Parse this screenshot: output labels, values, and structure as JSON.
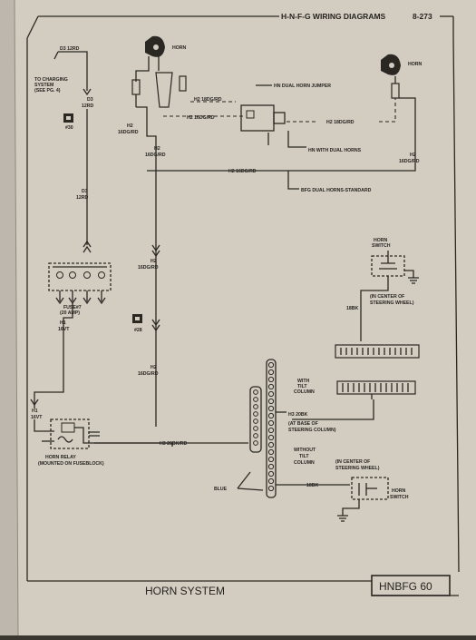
{
  "header": {
    "title": "H-N-F-G WIRING DIAGRAMS",
    "page": "8-273"
  },
  "labels": {
    "d3_top": "D3 12RD",
    "to_charging": "TO CHARGING",
    "system": "SYSTEM",
    "see_pg": "(SEE PG. 4)",
    "d3_mid_code": "D3",
    "d3_mid_wire": "12RD",
    "conn30": "#30",
    "d3_low_code": "D3",
    "d3_low_wire": "12RD",
    "fuse": "FUSE#7",
    "amp": "(20 AMP)",
    "h1_top_code": "H1",
    "h1_top_wire": "16VT",
    "h1_bot_code": "H1",
    "h1_bot_wire": "16VT",
    "horn_relay": "HORN RELAY",
    "mounted": "(MOUNTED ON FUSEBLOCK)",
    "horn_left": "HORN",
    "horn_right": "HORN",
    "hn_jumper": "HN DUAL HORN JUMPER",
    "h2_18dg_a": "H2 18DG/RD",
    "h2_16dg_b": "H2 16DG/RD",
    "h2_18dg_c": "H2 18DG/RD",
    "hn_dual": "HN WITH DUAL HORNS",
    "h2_l1_code": "H2",
    "h2_l1_wire": "16DG/RD",
    "h2_l2_code": "H2",
    "h2_l2_wire": "16DG/RD",
    "h2_r_code": "H2",
    "h2_r_wire": "16DG/RD",
    "h2_horiz": "H2 16DG/RD",
    "bfg": "BFG DUAL HORNS-STANDARD",
    "h2_mid_code": "H2",
    "h2_mid_wire": "16DG/RD",
    "conn28": "#28",
    "h2_low_code": "H2",
    "h2_low_wire": "16DG/RD",
    "horn_switch_top_a": "HORN",
    "horn_switch_top_b": "SWITCH",
    "in_center_a1": "(IN CENTER OF",
    "in_center_a2": "STEERING WHEEL)",
    "wire_18bk_a": "18BK",
    "with_tilt_1": "WITH",
    "with_tilt_2": "TILT",
    "with_tilt_3": "COLUMN",
    "h3_20bk": "H3 20BK",
    "at_base_1": "(AT BASE OF",
    "at_base_2": "STEERING COLUMN)",
    "h3_horiz": "H3 20BK/RD",
    "without_1": "WITHOUT",
    "without_2": "TILT",
    "without_3": "COLUMN",
    "in_center_b1": "(IN CENTER OF",
    "in_center_b2": "STEERING WHEEL)",
    "wire_18bk_b": "18BK",
    "blue": "BLUE",
    "horn_switch_bot_a": "HORN",
    "horn_switch_bot_b": "SWITCH"
  },
  "footer": {
    "title": "HORN SYSTEM",
    "code": "HNBFG 60"
  }
}
